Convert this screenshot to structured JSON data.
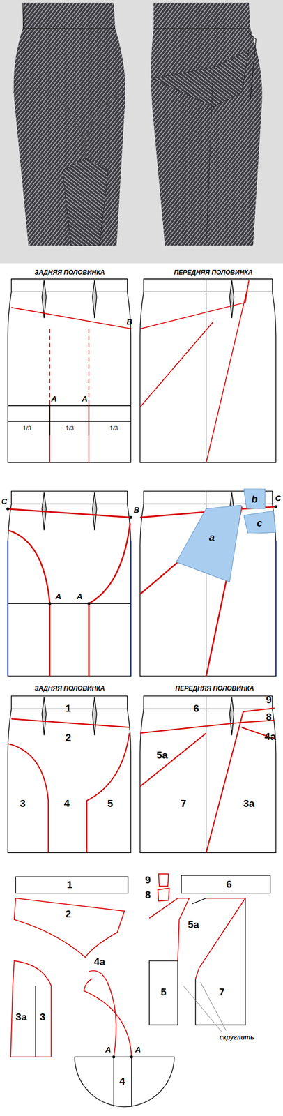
{
  "diagram": {
    "nodes": [
      {
        "text": [
          "a"
        ]
      },
      {
        "text": [
          "b"
        ]
      },
      {
        "text": [
          "c"
        ]
      }
    ],
    "labels": [
      "ЗАДНЯЯ ПОЛОВИНКА",
      "ПЕРЕДНЯЯ ПОЛОВИНКА",
      "B",
      "A",
      "A",
      "1/3",
      "1/3",
      "1/3",
      "C",
      "B",
      "A",
      "A",
      "C",
      "ЗАДНЯЯ ПОЛОВИНКА",
      "ПЕРЕДНЯЯ ПОЛОВИНКА",
      "1",
      "2",
      "3",
      "4",
      "5",
      "6",
      "9",
      "8",
      "4a",
      "5a",
      "7",
      "3a",
      "1",
      "9",
      "8",
      "6",
      "2",
      "5a",
      "3a",
      "3",
      "4a",
      "5",
      "7",
      "A",
      "A",
      "4",
      "скруглить"
    ]
  }
}
